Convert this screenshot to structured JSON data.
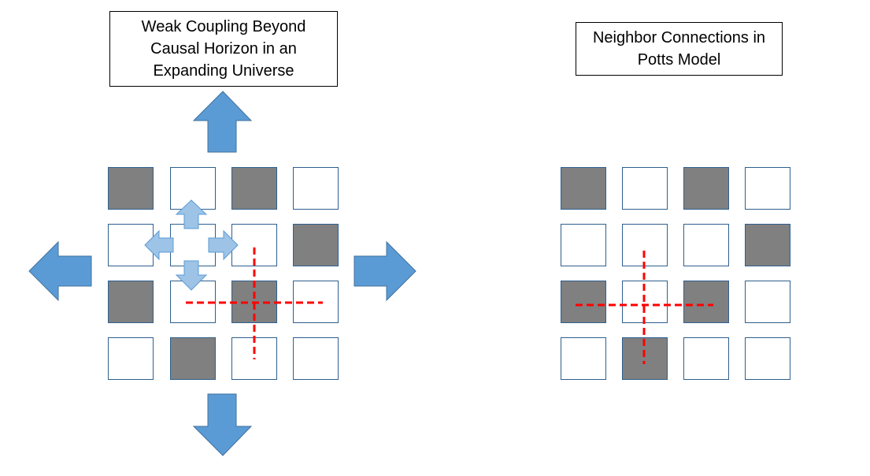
{
  "left_panel": {
    "label_lines": [
      "Weak Coupling Beyond",
      "Causal Horizon in an",
      "Expanding Universe"
    ],
    "grid": [
      [
        1,
        0,
        1,
        0
      ],
      [
        0,
        0,
        0,
        1
      ],
      [
        1,
        0,
        1,
        0
      ],
      [
        0,
        1,
        0,
        0
      ]
    ]
  },
  "right_panel": {
    "label_lines": [
      "Neighbor Connections in",
      "Potts Model"
    ],
    "grid": [
      [
        1,
        0,
        1,
        0
      ],
      [
        0,
        0,
        0,
        1
      ],
      [
        1,
        0,
        1,
        0
      ],
      [
        0,
        1,
        0,
        0
      ]
    ]
  },
  "colors": {
    "filled_cell": "#808080",
    "empty_cell": "#ffffff",
    "cell_border": "#2e5f8f",
    "big_arrow": "#5b9bd5",
    "small_arrow": "#9dc3e6",
    "connection_line": "#ff0000"
  },
  "icons": {
    "big_arrows": [
      "arrow-up-icon",
      "arrow-down-icon",
      "arrow-left-icon",
      "arrow-right-icon"
    ],
    "small_arrows": [
      "small-arrow-up-icon",
      "small-arrow-down-icon",
      "small-arrow-left-icon",
      "small-arrow-right-icon"
    ]
  }
}
